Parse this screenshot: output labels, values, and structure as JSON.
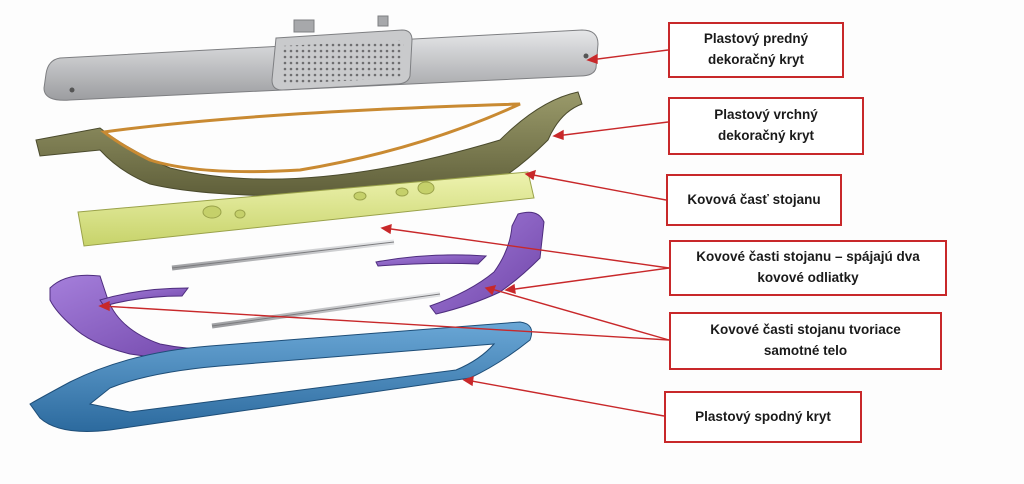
{
  "labels": [
    {
      "id": "front-cover",
      "line1": "Plastový predný",
      "line2": "dekoračný kryt"
    },
    {
      "id": "top-cover",
      "line1": "Plastový vrchný",
      "line2": "dekoračný kryt"
    },
    {
      "id": "metal-stand-part",
      "line1": "Kovová časť stojanu",
      "line2": ""
    },
    {
      "id": "joining-parts",
      "line1": "Kovové časti stojanu – spájajú dva",
      "line2": "kovové odliatky"
    },
    {
      "id": "body-parts",
      "line1": "Kovové časti stojanu tvoriace",
      "line2": "samotné telo"
    },
    {
      "id": "bottom-cover",
      "line1": "Plastový spodný kryt",
      "line2": ""
    }
  ],
  "colors": {
    "callout_border": "#c8282a",
    "front_cover": "#b9babc",
    "top_cover": "#7c7c52",
    "metal_part": "#d9e58a",
    "castings": "#8a5cc4",
    "bottom_cover": "#3f82b8",
    "rods": "#9a9a9a"
  }
}
